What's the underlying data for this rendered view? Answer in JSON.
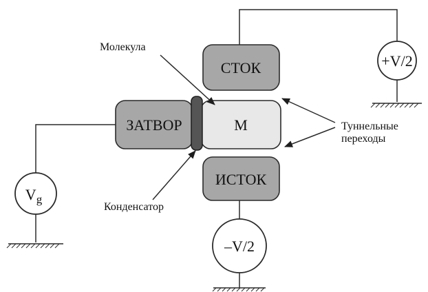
{
  "boxes": {
    "drain": "СТОК",
    "molecule": "М",
    "gate": "ЗАТВОР",
    "source": "ИСТОК"
  },
  "sources": {
    "positive": "+V/2",
    "negative": "–V/2",
    "gate_main": "V",
    "gate_sub": "g"
  },
  "callouts": {
    "molecule": "Молекула",
    "capacitor": "Конденсатор",
    "tunnel_line1": "Туннельные",
    "tunnel_line2": "переходы"
  }
}
